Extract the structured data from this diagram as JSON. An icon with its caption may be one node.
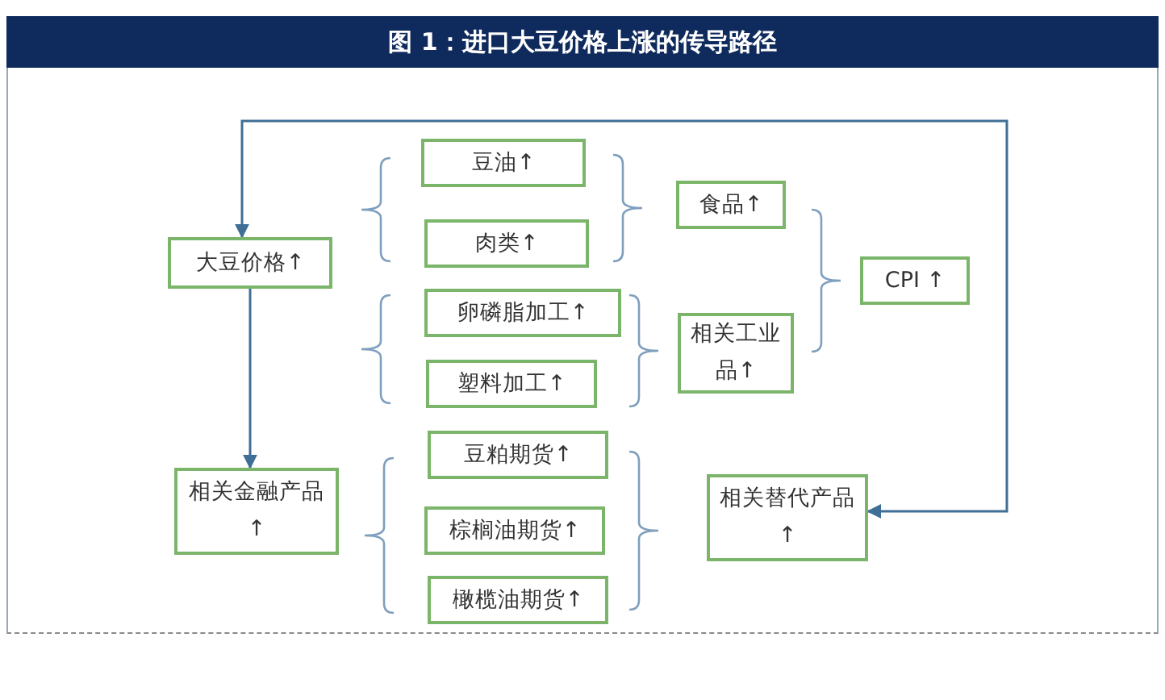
{
  "diagram": {
    "title": "图 1：进口大豆价格上涨的传导路径",
    "nodes": [
      {
        "text": [
          "大豆价格↑"
        ]
      },
      {
        "text": [
          "豆油↑"
        ]
      },
      {
        "text": [
          "肉类↑"
        ]
      },
      {
        "text": [
          "卵磷脂加工↑"
        ]
      },
      {
        "text": [
          "塑料加工↑"
        ]
      },
      {
        "text": [
          "食品↑"
        ]
      },
      {
        "text": [
          "相关工业品↑"
        ]
      },
      {
        "text": [
          "CPI ↑"
        ]
      },
      {
        "text": [
          "相关金融产品↑"
        ]
      },
      {
        "text": [
          "豆粕期货↑"
        ]
      },
      {
        "text": [
          "棕榈油期货↑"
        ]
      },
      {
        "text": [
          "橄榄油期货↑"
        ]
      },
      {
        "text": [
          "相关替代产品↑"
        ]
      }
    ],
    "edges": [
      {
        "from": 0,
        "to": 8,
        "arrow": "to"
      },
      {
        "from": 0,
        "to": 12,
        "arrow": "both"
      }
    ]
  }
}
